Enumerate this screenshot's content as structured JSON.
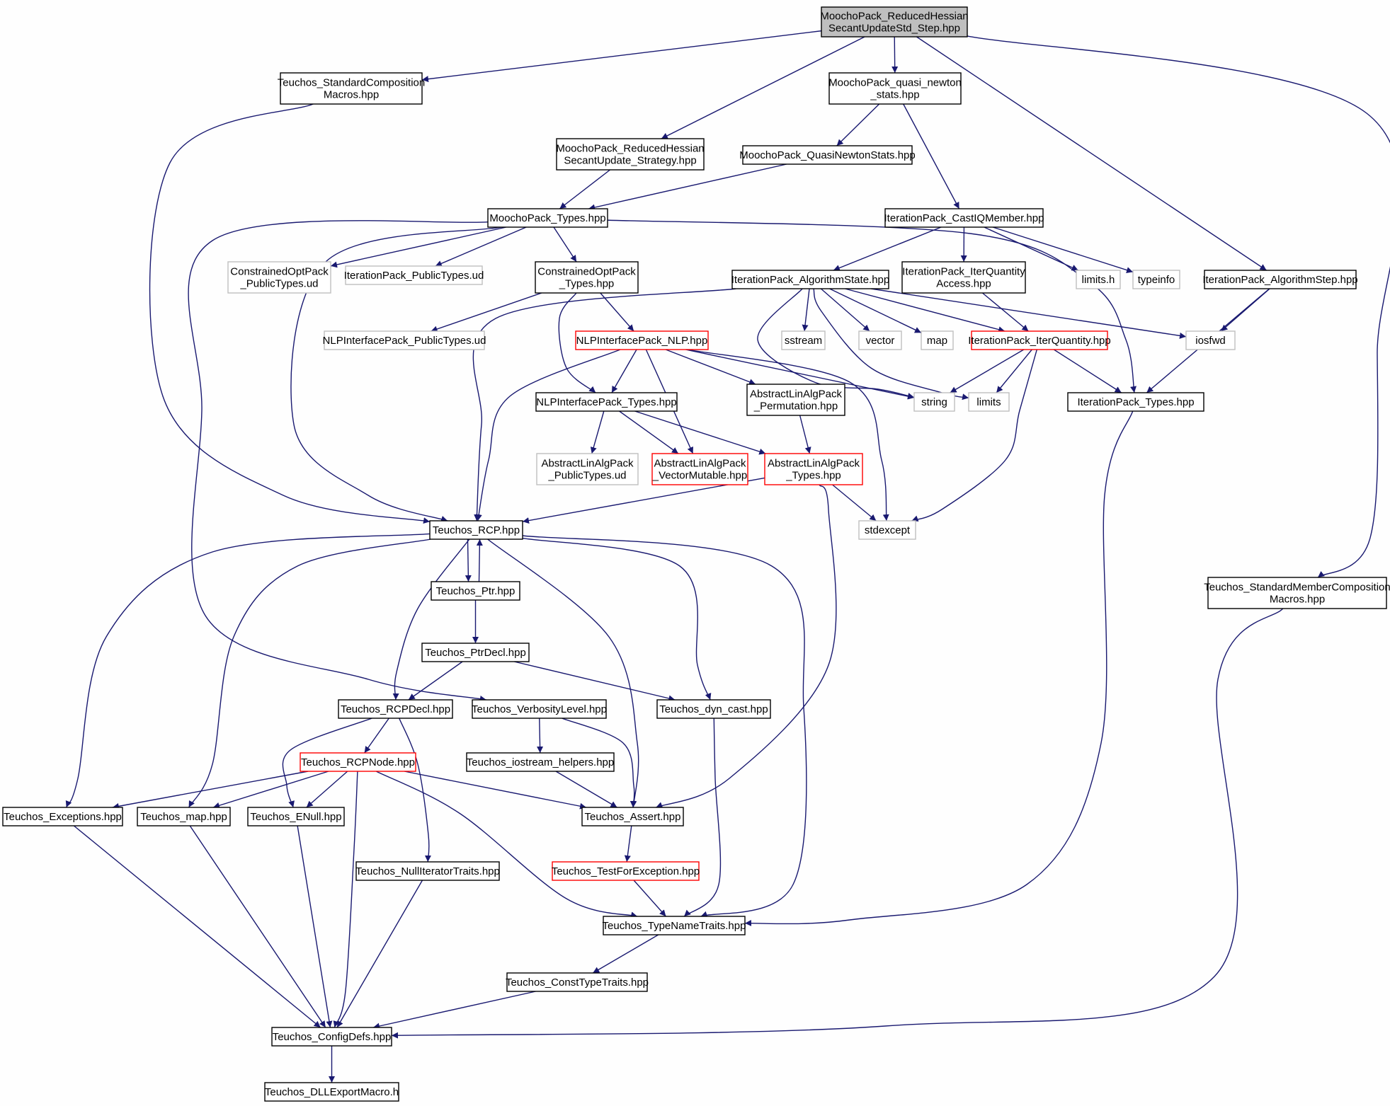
{
  "colors": {
    "edge": "#191970",
    "root_fill": "#bfbfbf",
    "normal_fill": "#ffffff",
    "normal_stroke": "#000000",
    "truncated_stroke": "#ff0000",
    "external_stroke": "#bfbfbf"
  },
  "nodes": [
    {
      "id": "root",
      "lines": [
        "MoochoPack_ReducedHessian",
        "SecantUpdateStd_Step.hpp"
      ],
      "kind": "root"
    },
    {
      "id": "stdcomp",
      "lines": [
        "Teuchos_StandardComposition",
        "Macros.hpp"
      ],
      "kind": "normal"
    },
    {
      "id": "qnstats_hpp",
      "lines": [
        "MoochoPack_quasi_newton",
        "_stats.hpp"
      ],
      "kind": "normal"
    },
    {
      "id": "rhsu_strategy",
      "lines": [
        "MoochoPack_ReducedHessian",
        "SecantUpdate_Strategy.hpp"
      ],
      "kind": "normal"
    },
    {
      "id": "qnstats",
      "lines": [
        "MoochoPack_QuasiNewtonStats.hpp"
      ],
      "kind": "normal"
    },
    {
      "id": "moocho_types",
      "lines": [
        "MoochoPack_Types.hpp"
      ],
      "kind": "normal"
    },
    {
      "id": "castiq",
      "lines": [
        "IterationPack_CastIQMember.hpp"
      ],
      "kind": "normal"
    },
    {
      "id": "co_pub",
      "lines": [
        "ConstrainedOptPack",
        "_PublicTypes.ud"
      ],
      "kind": "external"
    },
    {
      "id": "it_pub",
      "lines": [
        "IterationPack_PublicTypes.ud"
      ],
      "kind": "external"
    },
    {
      "id": "co_types",
      "lines": [
        "ConstrainedOptPack",
        "_Types.hpp"
      ],
      "kind": "normal"
    },
    {
      "id": "algstate",
      "lines": [
        "IterationPack_AlgorithmState.hpp"
      ],
      "kind": "normal"
    },
    {
      "id": "iqaccess",
      "lines": [
        "IterationPack_IterQuantity",
        "Access.hpp"
      ],
      "kind": "normal"
    },
    {
      "id": "limits_h",
      "lines": [
        "limits.h"
      ],
      "kind": "external"
    },
    {
      "id": "typeinfo",
      "lines": [
        "typeinfo"
      ],
      "kind": "external"
    },
    {
      "id": "algstep",
      "lines": [
        "IterationPack_AlgorithmStep.hpp"
      ],
      "kind": "normal"
    },
    {
      "id": "nlp_pub",
      "lines": [
        "NLPInterfacePack_PublicTypes.ud"
      ],
      "kind": "external"
    },
    {
      "id": "nlp",
      "lines": [
        "NLPInterfacePack_NLP.hpp"
      ],
      "kind": "truncated"
    },
    {
      "id": "sstream",
      "lines": [
        "sstream"
      ],
      "kind": "external"
    },
    {
      "id": "vector",
      "lines": [
        "vector"
      ],
      "kind": "external"
    },
    {
      "id": "map",
      "lines": [
        "map"
      ],
      "kind": "external"
    },
    {
      "id": "iterquantity",
      "lines": [
        "IterationPack_IterQuantity.hpp"
      ],
      "kind": "truncated"
    },
    {
      "id": "iosfwd",
      "lines": [
        "iosfwd"
      ],
      "kind": "external"
    },
    {
      "id": "nlp_types",
      "lines": [
        "NLPInterfacePack_Types.hpp"
      ],
      "kind": "normal"
    },
    {
      "id": "perm",
      "lines": [
        "AbstractLinAlgPack",
        "_Permutation.hpp"
      ],
      "kind": "normal"
    },
    {
      "id": "string",
      "lines": [
        "string"
      ],
      "kind": "external"
    },
    {
      "id": "limits",
      "lines": [
        "limits"
      ],
      "kind": "external"
    },
    {
      "id": "it_types",
      "lines": [
        "IterationPack_Types.hpp"
      ],
      "kind": "normal"
    },
    {
      "id": "ala_pub",
      "lines": [
        "AbstractLinAlgPack",
        "_PublicTypes.ud"
      ],
      "kind": "external"
    },
    {
      "id": "vecmut",
      "lines": [
        "AbstractLinAlgPack",
        "_VectorMutable.hpp"
      ],
      "kind": "truncated"
    },
    {
      "id": "ala_types",
      "lines": [
        "AbstractLinAlgPack",
        "_Types.hpp"
      ],
      "kind": "truncated"
    },
    {
      "id": "rcp",
      "lines": [
        "Teuchos_RCP.hpp"
      ],
      "kind": "normal"
    },
    {
      "id": "stdexcept",
      "lines": [
        "stdexcept"
      ],
      "kind": "external"
    },
    {
      "id": "stdmemcomp",
      "lines": [
        "Teuchos_StandardMemberComposition",
        "Macros.hpp"
      ],
      "kind": "normal"
    },
    {
      "id": "ptr",
      "lines": [
        "Teuchos_Ptr.hpp"
      ],
      "kind": "normal"
    },
    {
      "id": "ptrdecl",
      "lines": [
        "Teuchos_PtrDecl.hpp"
      ],
      "kind": "normal"
    },
    {
      "id": "rcpdecl",
      "lines": [
        "Teuchos_RCPDecl.hpp"
      ],
      "kind": "normal"
    },
    {
      "id": "verb",
      "lines": [
        "Teuchos_VerbosityLevel.hpp"
      ],
      "kind": "normal"
    },
    {
      "id": "dyncast",
      "lines": [
        "Teuchos_dyn_cast.hpp"
      ],
      "kind": "normal"
    },
    {
      "id": "rcpnode",
      "lines": [
        "Teuchos_RCPNode.hpp"
      ],
      "kind": "truncated"
    },
    {
      "id": "iohelpers",
      "lines": [
        "Teuchos_iostream_helpers.hpp"
      ],
      "kind": "normal"
    },
    {
      "id": "exceptions",
      "lines": [
        "Teuchos_Exceptions.hpp"
      ],
      "kind": "normal"
    },
    {
      "id": "tmap",
      "lines": [
        "Teuchos_map.hpp"
      ],
      "kind": "normal"
    },
    {
      "id": "enull",
      "lines": [
        "Teuchos_ENull.hpp"
      ],
      "kind": "normal"
    },
    {
      "id": "assert",
      "lines": [
        "Teuchos_Assert.hpp"
      ],
      "kind": "normal"
    },
    {
      "id": "nullit",
      "lines": [
        "Teuchos_NullIteratorTraits.hpp"
      ],
      "kind": "normal"
    },
    {
      "id": "tfe",
      "lines": [
        "Teuchos_TestForException.hpp"
      ],
      "kind": "truncated"
    },
    {
      "id": "tnt",
      "lines": [
        "Teuchos_TypeNameTraits.hpp"
      ],
      "kind": "normal"
    },
    {
      "id": "ctt",
      "lines": [
        "Teuchos_ConstTypeTraits.hpp"
      ],
      "kind": "normal"
    },
    {
      "id": "config",
      "lines": [
        "Teuchos_ConfigDefs.hpp"
      ],
      "kind": "normal"
    },
    {
      "id": "dll",
      "lines": [
        "Teuchos_DLLExportMacro.h"
      ],
      "kind": "normal"
    }
  ],
  "edges": [
    [
      "root",
      "stdcomp"
    ],
    [
      "root",
      "rhsu_strategy"
    ],
    [
      "root",
      "qnstats_hpp"
    ],
    [
      "root",
      "algstep"
    ],
    [
      "root",
      "stdmemcomp"
    ],
    [
      "stdcomp",
      "rcp"
    ],
    [
      "qnstats_hpp",
      "qnstats"
    ],
    [
      "qnstats_hpp",
      "castiq"
    ],
    [
      "rhsu_strategy",
      "moocho_types"
    ],
    [
      "qnstats",
      "moocho_types"
    ],
    [
      "moocho_types",
      "co_pub"
    ],
    [
      "moocho_types",
      "it_pub"
    ],
    [
      "moocho_types",
      "co_types"
    ],
    [
      "moocho_types",
      "it_types"
    ],
    [
      "moocho_types",
      "rcp"
    ],
    [
      "moocho_types",
      "verb"
    ],
    [
      "castiq",
      "algstate"
    ],
    [
      "castiq",
      "iqaccess"
    ],
    [
      "castiq",
      "limits_h"
    ],
    [
      "castiq",
      "typeinfo"
    ],
    [
      "co_types",
      "nlp_pub"
    ],
    [
      "co_types",
      "nlp"
    ],
    [
      "co_types",
      "nlp_types"
    ],
    [
      "algstate",
      "sstream"
    ],
    [
      "algstate",
      "vector"
    ],
    [
      "algstate",
      "map"
    ],
    [
      "algstate",
      "iterquantity"
    ],
    [
      "algstate",
      "iosfwd"
    ],
    [
      "algstate",
      "string"
    ],
    [
      "algstate",
      "limits"
    ],
    [
      "algstate",
      "rcp"
    ],
    [
      "iqaccess",
      "iterquantity"
    ],
    [
      "algstep",
      "iosfwd"
    ],
    [
      "algstep",
      "it_types"
    ],
    [
      "nlp",
      "nlp_types"
    ],
    [
      "nlp",
      "perm"
    ],
    [
      "nlp",
      "vecmut"
    ],
    [
      "nlp",
      "string"
    ],
    [
      "nlp",
      "stdexcept"
    ],
    [
      "nlp",
      "rcp"
    ],
    [
      "iterquantity",
      "string"
    ],
    [
      "iterquantity",
      "limits"
    ],
    [
      "iterquantity",
      "it_types"
    ],
    [
      "iterquantity",
      "stdexcept"
    ],
    [
      "nlp_types",
      "ala_pub"
    ],
    [
      "nlp_types",
      "vecmut"
    ],
    [
      "nlp_types",
      "ala_types"
    ],
    [
      "perm",
      "ala_types"
    ],
    [
      "ala_types",
      "rcp"
    ],
    [
      "ala_types",
      "stdexcept"
    ],
    [
      "ala_types",
      "assert"
    ],
    [
      "it_types",
      "tnt"
    ],
    [
      "stdmemcomp",
      "config"
    ],
    [
      "rcp",
      "ptr"
    ],
    [
      "rcp",
      "rcpdecl"
    ],
    [
      "rcp",
      "dyncast"
    ],
    [
      "rcp",
      "assert"
    ],
    [
      "rcp",
      "exceptions"
    ],
    [
      "rcp",
      "tmap"
    ],
    [
      "rcp",
      "tnt"
    ],
    [
      "ptr",
      "rcp"
    ],
    [
      "ptr",
      "ptrdecl"
    ],
    [
      "ptrdecl",
      "rcpdecl"
    ],
    [
      "ptrdecl",
      "dyncast"
    ],
    [
      "rcpdecl",
      "rcpnode"
    ],
    [
      "rcpdecl",
      "enull"
    ],
    [
      "rcpdecl",
      "nullit"
    ],
    [
      "verb",
      "iohelpers"
    ],
    [
      "verb",
      "assert"
    ],
    [
      "dyncast",
      "tnt"
    ],
    [
      "rcpnode",
      "exceptions"
    ],
    [
      "rcpnode",
      "tmap"
    ],
    [
      "rcpnode",
      "enull"
    ],
    [
      "rcpnode",
      "assert"
    ],
    [
      "rcpnode",
      "tnt"
    ],
    [
      "rcpnode",
      "config"
    ],
    [
      "iohelpers",
      "assert"
    ],
    [
      "exceptions",
      "config"
    ],
    [
      "tmap",
      "config"
    ],
    [
      "enull",
      "config"
    ],
    [
      "nullit",
      "config"
    ],
    [
      "assert",
      "tfe"
    ],
    [
      "tfe",
      "tnt"
    ],
    [
      "tnt",
      "ctt"
    ],
    [
      "ctt",
      "config"
    ],
    [
      "config",
      "dll"
    ]
  ]
}
